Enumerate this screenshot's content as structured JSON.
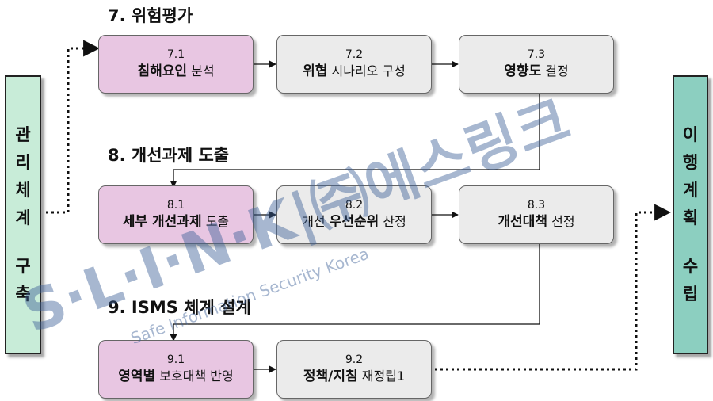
{
  "sides": {
    "left": {
      "chars": [
        "관",
        "리",
        "체",
        "계",
        "",
        "구",
        "축"
      ]
    },
    "right": {
      "chars": [
        "이",
        "행",
        "계",
        "획",
        "",
        "수",
        "립"
      ]
    }
  },
  "sections": [
    {
      "title": "7. 위험평가",
      "boxes": [
        {
          "num": "7.1",
          "bold": "침해요인",
          "pre": "",
          "post": " 분석",
          "tone": "pink"
        },
        {
          "num": "7.2",
          "bold": "위협",
          "pre": "",
          "post": " 시나리오 구성",
          "tone": "gray"
        },
        {
          "num": "7.3",
          "bold": "영향도",
          "pre": "",
          "post": " 결정",
          "tone": "gray"
        }
      ]
    },
    {
      "title": "8. 개선과제 도출",
      "boxes": [
        {
          "num": "8.1",
          "bold": "세부 개선과제",
          "pre": "",
          "post": " 도출",
          "tone": "pink"
        },
        {
          "num": "8.2",
          "bold": "우선순위",
          "pre": "개선 ",
          "post": " 산정",
          "tone": "gray"
        },
        {
          "num": "8.3",
          "bold": "개선대책",
          "pre": "",
          "post": " 선정",
          "tone": "gray"
        }
      ]
    },
    {
      "title": "9. ISMS 체계 설계",
      "boxes": [
        {
          "num": "9.1",
          "bold": "영역별",
          "pre": "",
          "post": " 보호대책 반영",
          "tone": "pink"
        },
        {
          "num": "9.2",
          "bold": "정책/지침",
          "pre": "",
          "post": " 재정립1",
          "tone": "gray"
        }
      ]
    }
  ],
  "watermark": {
    "main": "S·L·I·N·K|㈜에스링크",
    "sub": "Safe Information Security Korea",
    "color": "#3c5f96"
  }
}
